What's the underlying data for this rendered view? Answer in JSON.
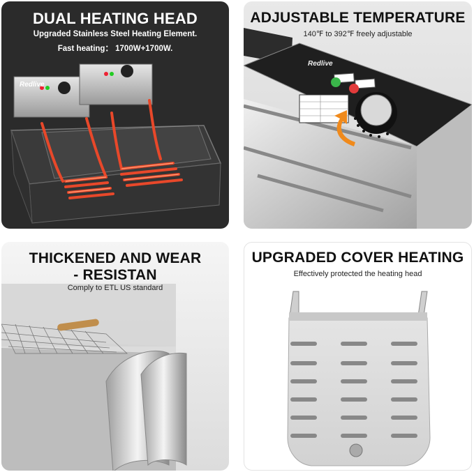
{
  "panels": {
    "heating_head": {
      "title": "DUAL HEATING HEAD",
      "line1": "Upgraded Stainless Steel Heating Element.",
      "line2": "Fast heating：  1700W+1700W.",
      "brand": "Redlive"
    },
    "temperature": {
      "title": "ADJUSTABLE TEMPERATURE",
      "line1": "140℉ to 392℉ freely adjustable",
      "brand": "Redlive"
    },
    "thickened": {
      "title_line1": "THICKENED AND WEAR",
      "title_line2": "- RESISTAN",
      "line1": "Comply to ETL US standard"
    },
    "cover": {
      "title": "UPGRADED COVER HEATING",
      "line1": "Effectively protected the heating head"
    }
  },
  "colors": {
    "panel_dark": "#2b2b2b",
    "heating_glow": "#e8482a",
    "accent_orange": "#f08a1c",
    "steel": "#c8c8c8"
  }
}
